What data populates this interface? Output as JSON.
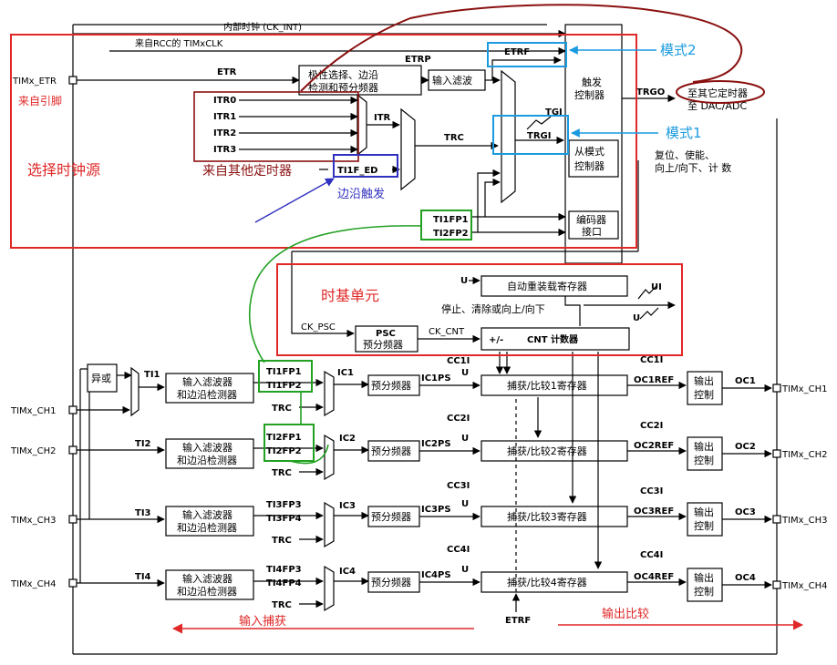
{
  "colors": {
    "select_clock_box": "#e02828",
    "timebase_box": "#e02828",
    "mode_box": "#1a9ae0",
    "edge_box": "#3030c0",
    "ti_box": "#22a022",
    "dark_red": "#8a1010",
    "annotation_red": "#e02828",
    "annotation_blue": "#1a9ae0"
  },
  "signals": {
    "ck_int": "内部时钟 (CK_INT)",
    "rcc_clk": "来自RCC的 TIMxCLK",
    "etr": "ETR",
    "etrp": "ETRP",
    "etrf": "ETRF",
    "itr0": "ITR0",
    "itr1": "ITR1",
    "itr2": "ITR2",
    "itr3": "ITR3",
    "itr": "ITR",
    "trc": "TRC",
    "tgi": "TGI",
    "trgi": "TRGI",
    "trgo": "TRGO",
    "ti1f_ed": "TI1F_ED",
    "ti1fp1": "TI1FP1",
    "ti2fp2": "TI2FP2",
    "ck_psc": "CK_PSC",
    "ck_cnt": "CK_CNT",
    "u": "U",
    "ui": "UI",
    "xor": "异或",
    "ti1": "TI1",
    "ti2": "TI2",
    "ti3": "TI3",
    "ti4": "TI4",
    "ti1fp2": "TI1FP2",
    "ti2fp1": "TI2FP1",
    "ti3fp3": "TI3FP3",
    "ti3fp4": "TI3FP4",
    "ti4fp3": "TI4FP3",
    "ti4fp4": "TI4FP4",
    "ic1": "IC1",
    "ic2": "IC2",
    "ic3": "IC3",
    "ic4": "IC4",
    "ic1ps": "IC1PS",
    "ic2ps": "IC2PS",
    "ic3ps": "IC3PS",
    "ic4ps": "IC4PS",
    "cc1i": "CC1I",
    "cc2i": "CC2I",
    "cc3i": "CC3I",
    "cc4i": "CC4I",
    "oc1ref": "OC1REF",
    "oc2ref": "OC2REF",
    "oc3ref": "OC3REF",
    "oc4ref": "OC4REF",
    "oc1": "OC1",
    "oc2": "OC2",
    "oc3": "OC3",
    "oc4": "OC4",
    "etrf_bottom": "ETRF"
  },
  "pins": {
    "etr": "TIMx_ETR",
    "ch1": "TIMx_CH1",
    "ch2": "TIMx_CH2",
    "ch3": "TIMx_CH3",
    "ch4": "TIMx_CH4",
    "out_ch1": "TIMx_CH1",
    "out_ch2": "TIMx_CH2",
    "out_ch3": "TIMx_CH3",
    "out_ch4": "TIMx_CH4"
  },
  "blocks": {
    "polarity_1": "极性选择、边沿",
    "polarity_2": "检测和预分频器",
    "input_filter": "输入滤波",
    "trigger_ctrl_1": "触发",
    "trigger_ctrl_2": "控制器",
    "slave_ctrl_1": "从模式",
    "slave_ctrl_2": "控制器",
    "encoder_1": "编码器",
    "encoder_2": "接口",
    "auto_reload": "自动重装载寄存器",
    "psc_1": "PSC",
    "psc_2": "预分频器",
    "cnt_sign": "+/-",
    "cnt_label": "CNT 计数器",
    "filter_1": "输入滤波器",
    "filter_2": "和边沿检测器",
    "prescaler": "预分频器",
    "ccr1": "捕获/比较1寄存器",
    "ccr2": "捕获/比较2寄存器",
    "ccr3": "捕获/比较3寄存器",
    "ccr4": "捕获/比较4寄存器",
    "out_ctrl_1": "输出",
    "out_ctrl_2": "控制"
  },
  "texts": {
    "to_other_timer": "至其它定时器",
    "to_dac_adc": "至 DAC/ADC",
    "slave_actions_1": "复位、使能、",
    "slave_actions_2": "向上/向下、计 数",
    "stop_clear": "停止、清除或向上/向下"
  },
  "annotations": {
    "from_pin": "来自引脚",
    "select_clock": "选择时钟源",
    "from_other_timer": "来自其他定时器",
    "edge_trigger": "边沿触发",
    "mode2": "模式2",
    "mode1": "模式1",
    "timebase": "时基单元",
    "input_capture": "输入捕获",
    "output_compare": "输出比较"
  }
}
